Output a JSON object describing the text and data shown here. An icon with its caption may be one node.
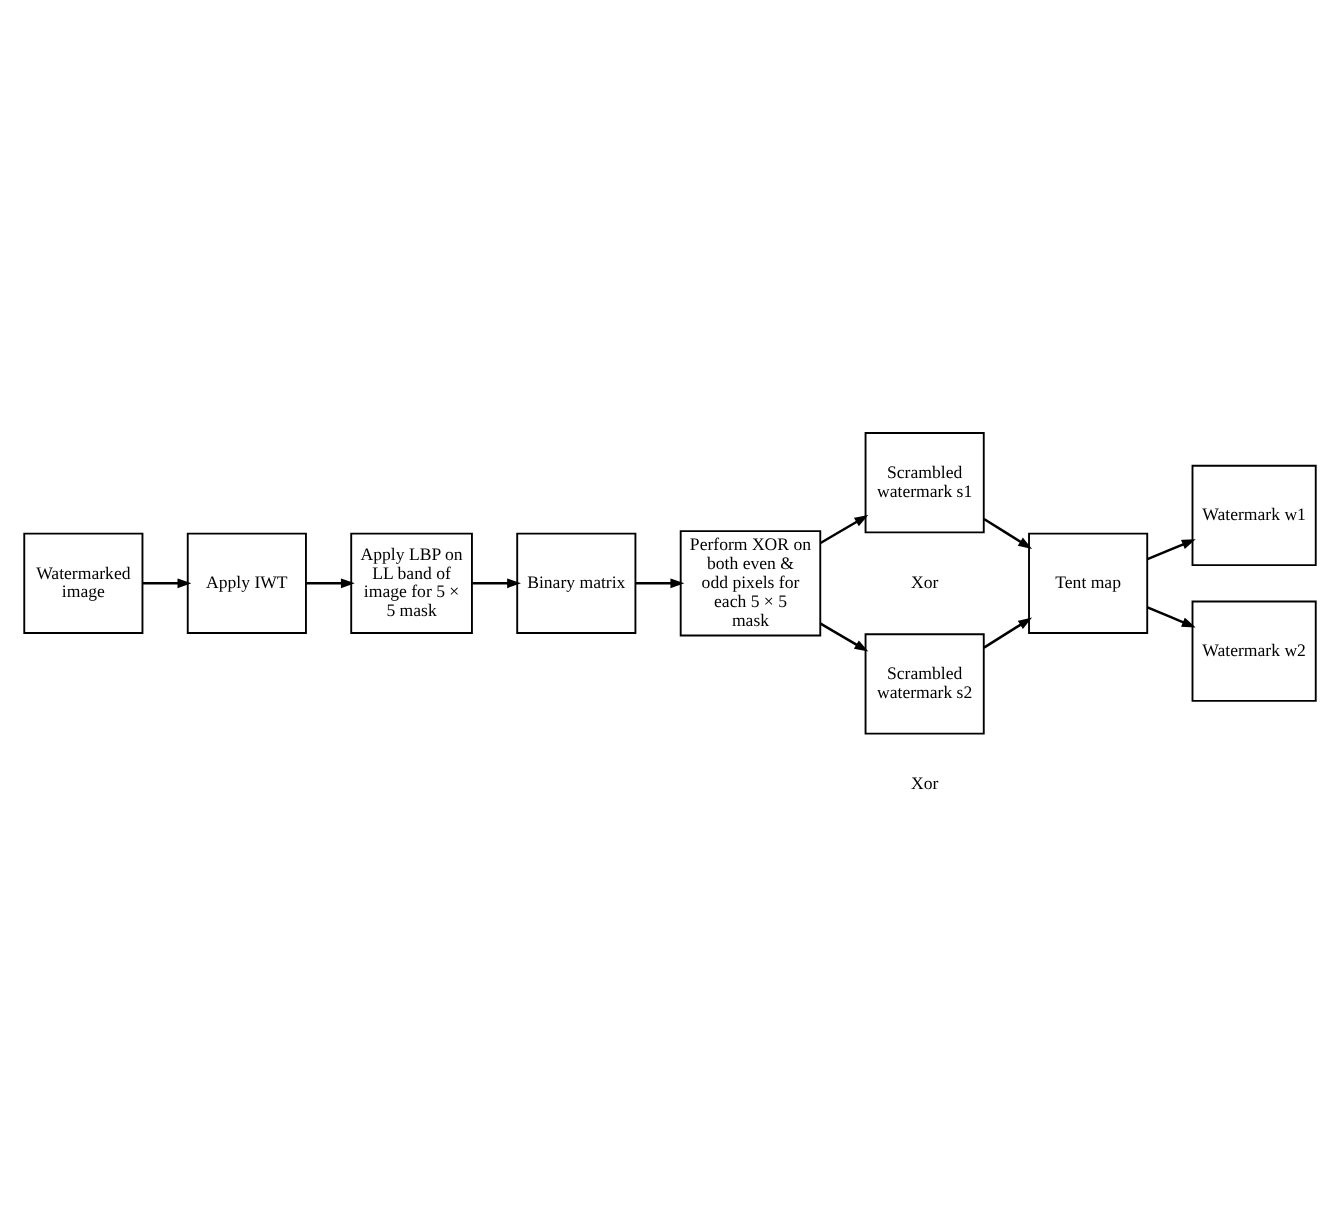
{
  "diagram": {
    "nodes": [
      {
        "text": [
          "Watermarked image"
        ]
      },
      {
        "text": [
          "Apply IWT"
        ]
      },
      {
        "text": [
          "Apply LBP on LL band of image for 5 × 5 mask"
        ]
      },
      {
        "text": [
          "Binary matrix"
        ]
      },
      {
        "text": [
          "Perform XOR on both even & odd pixels for each 5 × 5 mask"
        ]
      },
      {
        "text": [
          "Scrambled watermark s1"
        ]
      },
      {
        "text": [
          "Scrambled watermark s2"
        ]
      },
      {
        "text": [
          "Tent map"
        ]
      },
      {
        "text": [
          "Watermark w1"
        ]
      },
      {
        "text": [
          "Watermark w2"
        ]
      }
    ],
    "edges": [
      {
        "from": 0,
        "to": 1,
        "arrow": "to"
      },
      {
        "from": 1,
        "to": 2,
        "arrow": "to"
      },
      {
        "from": 2,
        "to": 3,
        "arrow": "to"
      },
      {
        "from": 3,
        "to": 4,
        "arrow": "to"
      },
      {
        "from": 4,
        "to": 5,
        "arrow": "to"
      },
      {
        "from": 4,
        "to": 6,
        "arrow": "to"
      },
      {
        "from": 5,
        "to": 7,
        "arrow": "to"
      },
      {
        "from": 6,
        "to": 7,
        "arrow": "to"
      },
      {
        "from": 7,
        "to": 8,
        "arrow": "to"
      },
      {
        "from": 7,
        "to": 9,
        "arrow": "to"
      }
    ],
    "labels": [
      "Xor",
      "Xor"
    ]
  }
}
